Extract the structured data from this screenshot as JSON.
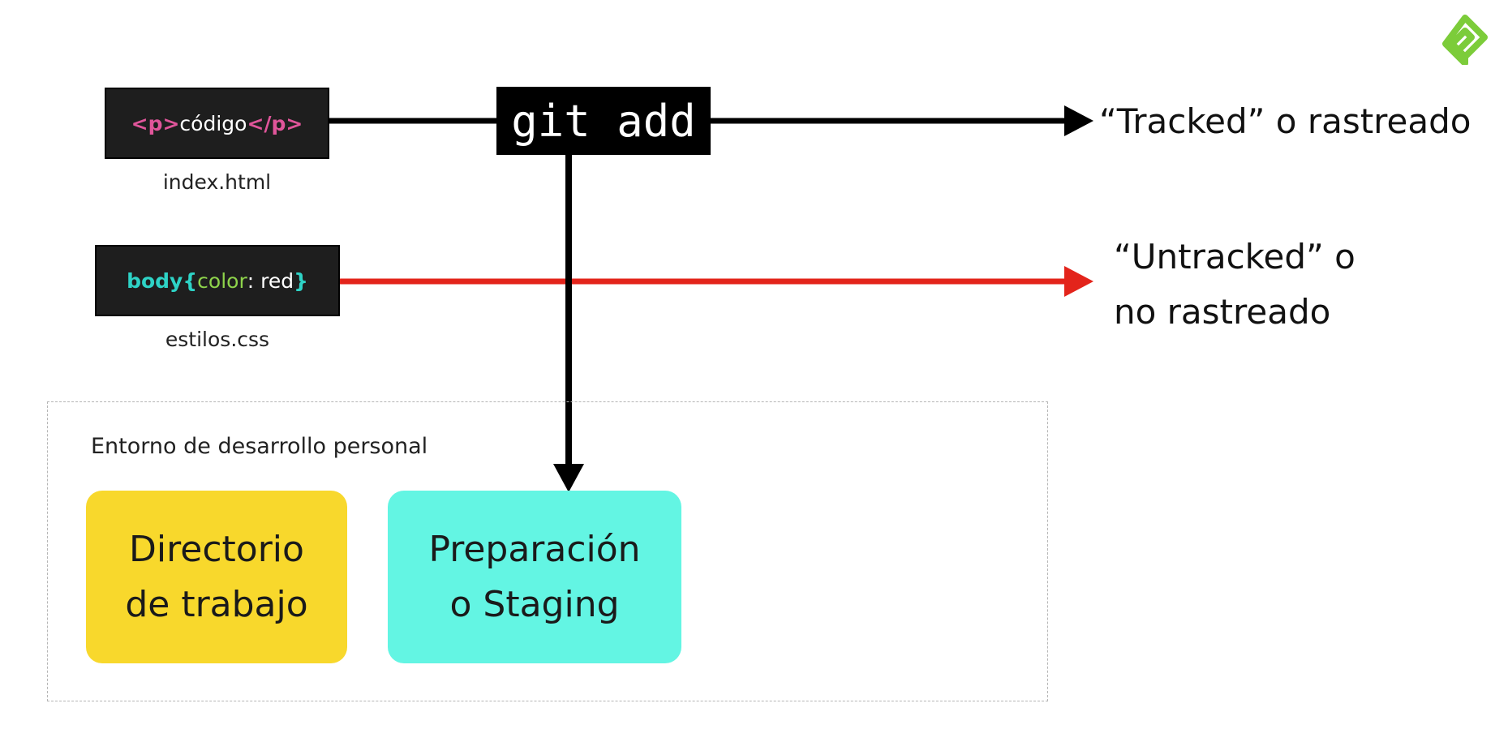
{
  "colors": {
    "tracked_line": "#000000",
    "untracked_line": "#e3241b",
    "working_dir": "#f8d82c",
    "staging": "#63f5e3",
    "logo": "#7ccc3a"
  },
  "files": [
    {
      "id": "index",
      "label": "index.html",
      "code": {
        "open_tag": "<p>",
        "text": "código",
        "close_tag": "</p>"
      }
    },
    {
      "id": "estilos",
      "label": "estilos.css",
      "code": {
        "selector": "body{",
        "property": " color",
        "colon_value": ": red ",
        "close": "}"
      }
    }
  ],
  "command": "git add",
  "outputs": {
    "tracked": "“Tracked” o rastreado",
    "untracked_line1": "“Untracked” o",
    "untracked_line2": "no rastreado"
  },
  "environment": {
    "title": "Entorno de desarrollo personal",
    "working_dir_line1": "Directorio",
    "working_dir_line2": "de trabajo",
    "staging_line1": "Preparación",
    "staging_line2": "o Staging"
  },
  "logo_icon": "platzi-logo-icon"
}
